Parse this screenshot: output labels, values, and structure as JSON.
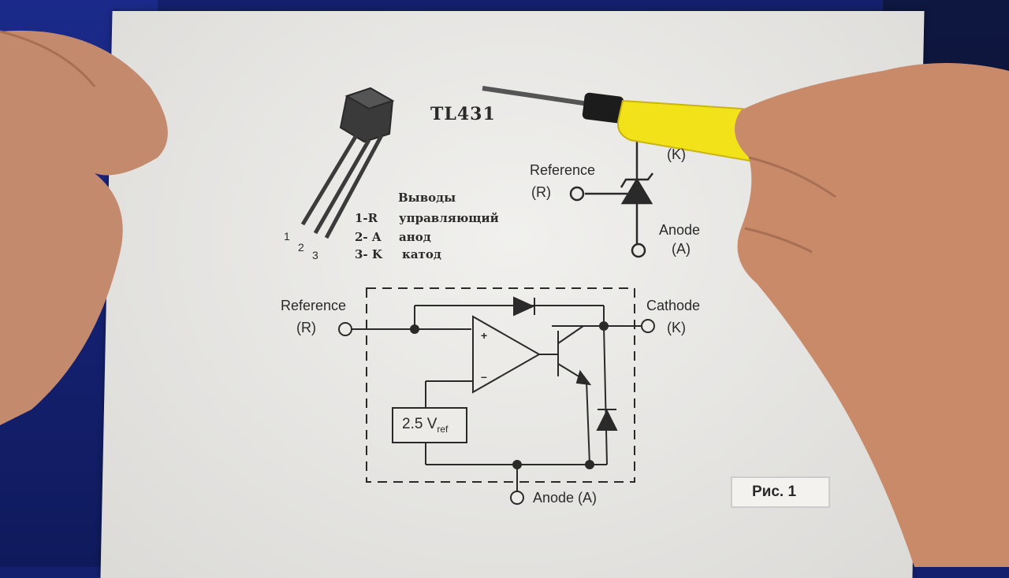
{
  "diagram": {
    "title": "TL431",
    "pinout": {
      "heading": "Выводы",
      "pins": [
        {
          "num": "1-R",
          "sep": "-",
          "label": "управляющий"
        },
        {
          "num": "2- A",
          "sep": "-",
          "label": "анод"
        },
        {
          "num": "3- K",
          "sep": "-",
          "label": "катод"
        }
      ],
      "leg_numbers": [
        "1",
        "2",
        "3"
      ]
    },
    "symbol": {
      "cathode_partial": "(K)",
      "reference": "Reference",
      "reference_code": "(R)",
      "anode": "Anode",
      "anode_code": "(A)"
    },
    "internal": {
      "reference": "Reference",
      "reference_code": "(R)",
      "cathode": "Cathode",
      "cathode_code": "(K)",
      "anode": "Anode (A)",
      "vref_main": "2.5 V",
      "vref_sub": "ref",
      "plus": "+",
      "minus": "–"
    },
    "figure_caption": "Рис. 1"
  },
  "colors": {
    "desk": "#14206e",
    "paper": "#ecebe8",
    "ink": "#2a2a2a",
    "screwdriver_handle": "#f2e21a",
    "skin": "#c98a6a"
  }
}
